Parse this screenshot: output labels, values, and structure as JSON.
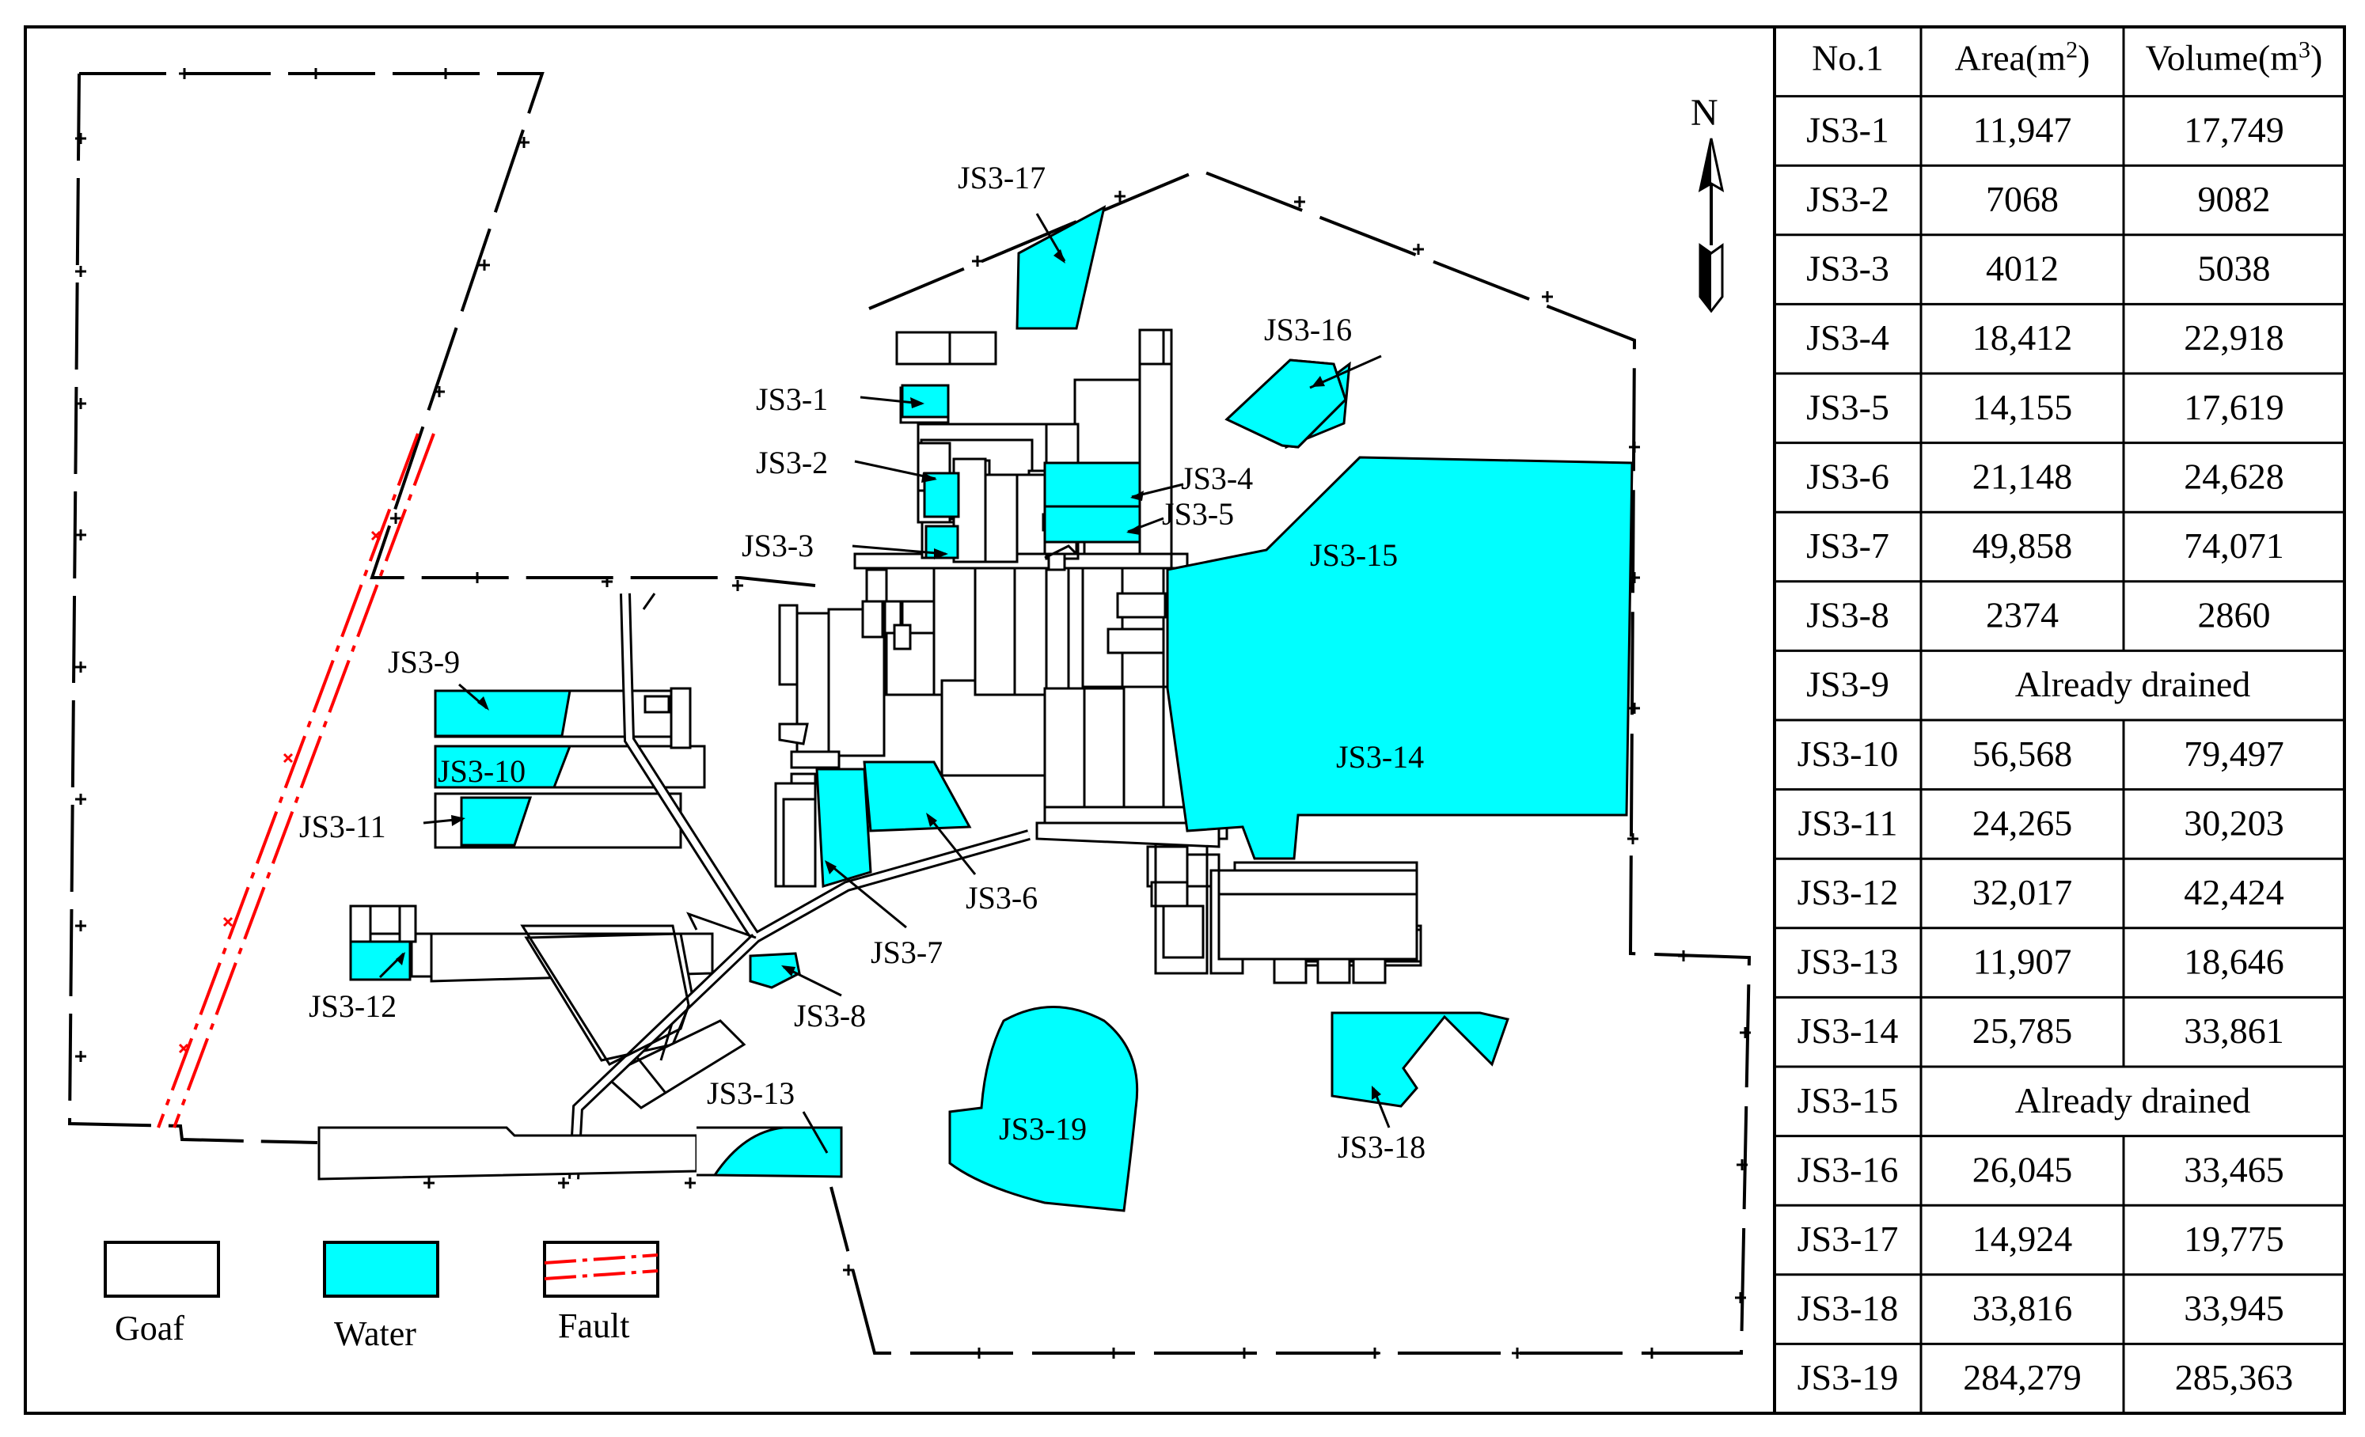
{
  "colors": {
    "water": "#00ffff",
    "goaf": "#ffffff",
    "fault": "#ff0000",
    "line": "#000000"
  },
  "north": "N",
  "labels": {
    "JS3-1": "JS3-1",
    "JS3-2": "JS3-2",
    "JS3-3": "JS3-3",
    "JS3-4": "JS3-4",
    "JS3-5": "JS3-5",
    "JS3-6": "JS3-6",
    "JS3-7": "JS3-7",
    "JS3-8": "JS3-8",
    "JS3-9": "JS3-9",
    "JS3-10": "JS3-10",
    "JS3-11": "JS3-11",
    "JS3-12": "JS3-12",
    "JS3-13": "JS3-13",
    "JS3-14": "JS3-14",
    "JS3-15": "JS3-15",
    "JS3-16": "JS3-16",
    "JS3-17": "JS3-17",
    "JS3-18": "JS3-18",
    "JS3-19": "JS3-19"
  },
  "legend": {
    "goaf": "Goaf",
    "water": "Water",
    "fault": "Fault"
  },
  "table": {
    "headers": [
      "No.1",
      "Area(m",
      "2",
      ")",
      "Volume(m",
      "3",
      ")"
    ],
    "rows": [
      {
        "id": "JS3-1",
        "area": "11,947",
        "volume": "17,749"
      },
      {
        "id": "JS3-2",
        "area": "7068",
        "volume": "9082"
      },
      {
        "id": "JS3-3",
        "area": "4012",
        "volume": "5038"
      },
      {
        "id": "JS3-4",
        "area": "18,412",
        "volume": "22,918"
      },
      {
        "id": "JS3-5",
        "area": "14,155",
        "volume": "17,619"
      },
      {
        "id": "JS3-6",
        "area": "21,148",
        "volume": "24,628"
      },
      {
        "id": "JS3-7",
        "area": "49,858",
        "volume": "74,071"
      },
      {
        "id": "JS3-8",
        "area": "2374",
        "volume": "2860"
      },
      {
        "id": "JS3-9",
        "merged": "Already drained"
      },
      {
        "id": "JS3-10",
        "area": "56,568",
        "volume": "79,497"
      },
      {
        "id": "JS3-11",
        "area": "24,265",
        "volume": "30,203"
      },
      {
        "id": "JS3-12",
        "area": "32,017",
        "volume": "42,424"
      },
      {
        "id": "JS3-13",
        "area": "11,907",
        "volume": "18,646"
      },
      {
        "id": "JS3-14",
        "area": "25,785",
        "volume": "33,861"
      },
      {
        "id": "JS3-15",
        "merged": "Already drained"
      },
      {
        "id": "JS3-16",
        "area": "26,045",
        "volume": "33,465"
      },
      {
        "id": "JS3-17",
        "area": "14,924",
        "volume": "19,775"
      },
      {
        "id": "JS3-18",
        "area": "33,816",
        "volume": "33,945"
      },
      {
        "id": "JS3-19",
        "area": "284,279",
        "volume": "285,363"
      }
    ]
  }
}
